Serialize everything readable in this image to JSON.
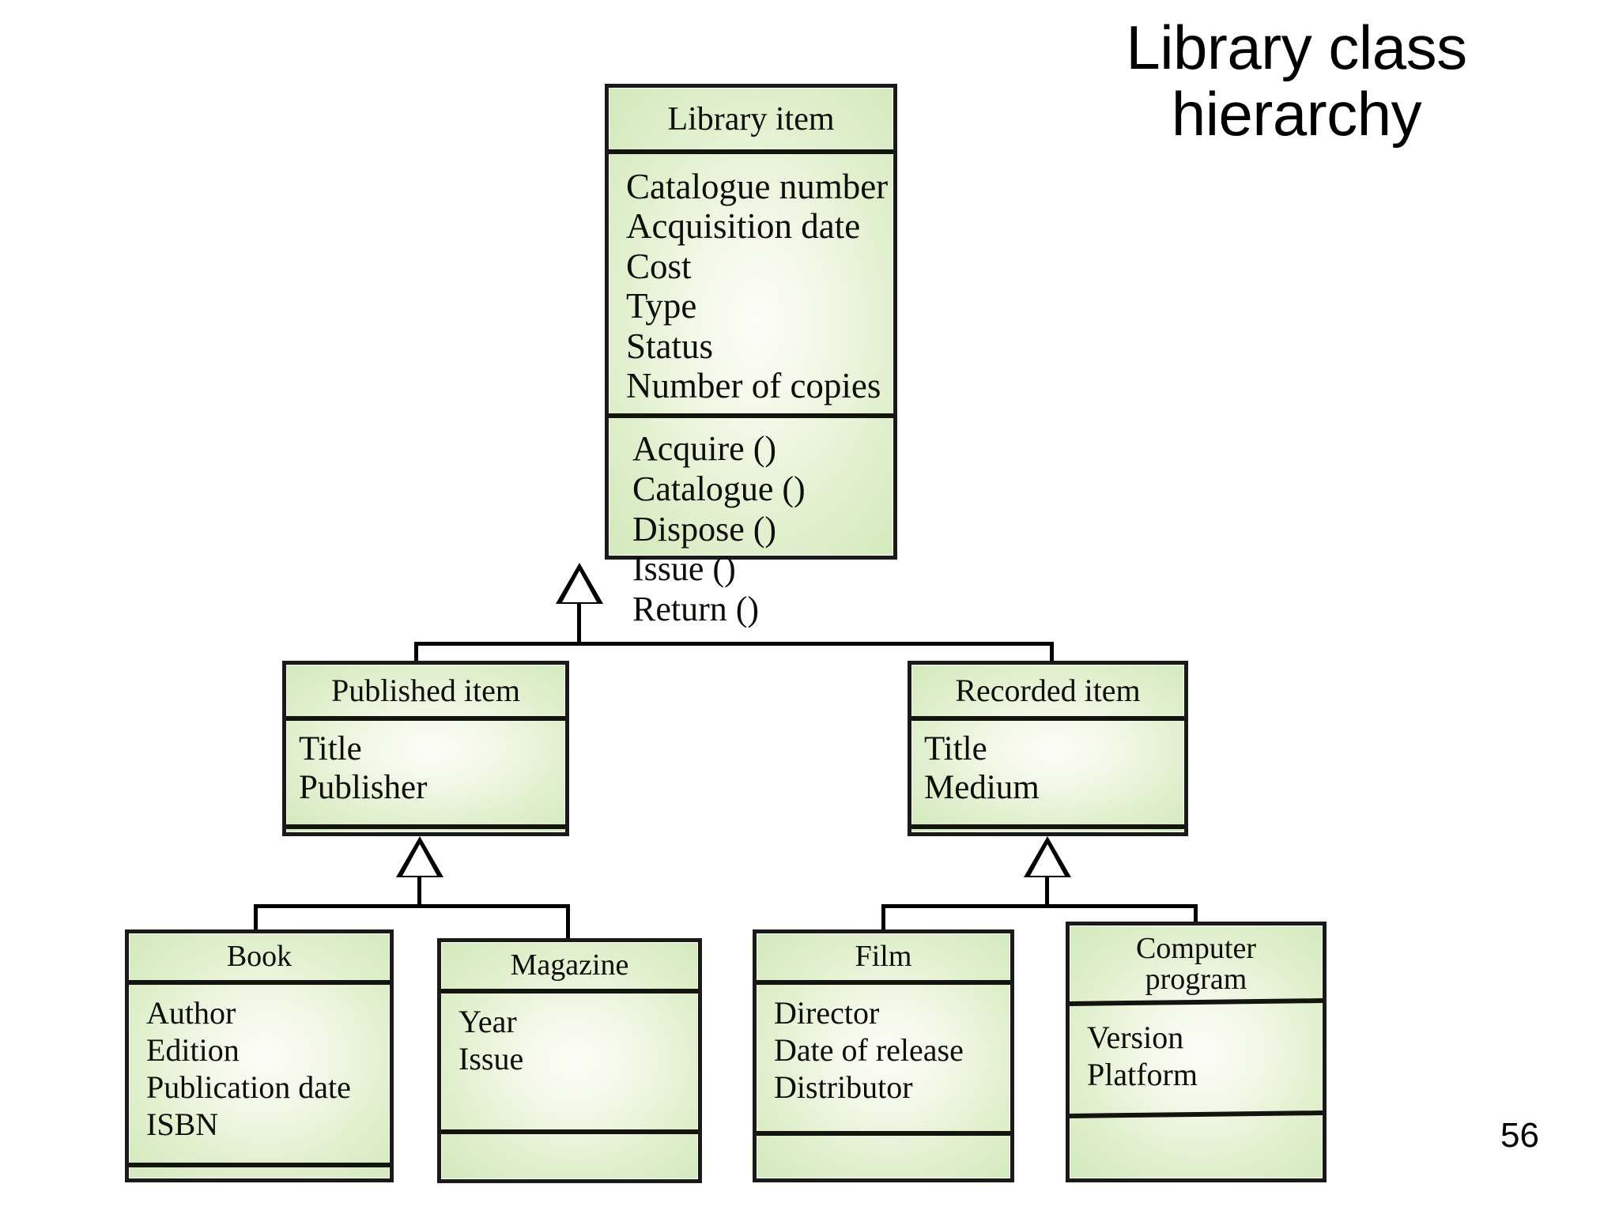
{
  "slide": {
    "title": "Library class\nhierarchy",
    "page_number": "56",
    "background_color": "#ffffff",
    "class_fill_color": "#d2e9bb",
    "class_border_color": "#1a1a18"
  },
  "diagram": {
    "type": "uml-class-diagram",
    "classes": {
      "library_item": {
        "name": "Library item",
        "attributes": [
          "Catalogue number",
          "Acquisition date",
          "Cost",
          "Type",
          "Status",
          "Number of copies"
        ],
        "operations": [
          "Acquire ()",
          "Catalogue ()",
          "Dispose ()",
          "Issue ()",
          "Return ()"
        ]
      },
      "published_item": {
        "name": "Published item",
        "attributes": [
          "Title",
          "Publisher"
        ],
        "operations": []
      },
      "recorded_item": {
        "name": "Recorded item",
        "attributes": [
          "Title",
          "Medium"
        ],
        "operations": []
      },
      "book": {
        "name": "Book",
        "attributes": [
          "Author",
          "Edition",
          "Publication date",
          "ISBN"
        ],
        "operations": []
      },
      "magazine": {
        "name": "Magazine",
        "attributes": [
          "Year",
          "Issue"
        ],
        "operations": []
      },
      "film": {
        "name": "Film",
        "attributes": [
          "Director",
          "Date of release",
          "Distributor"
        ],
        "operations": []
      },
      "computer_program": {
        "name": "Computer\nprogram",
        "attributes": [
          "Version",
          "Platform"
        ],
        "operations": []
      }
    },
    "generalizations": [
      {
        "parent": "Library item",
        "children": [
          "Published item",
          "Recorded item"
        ]
      },
      {
        "parent": "Published item",
        "children": [
          "Book",
          "Magazine"
        ]
      },
      {
        "parent": "Recorded item",
        "children": [
          "Film",
          "Computer program"
        ]
      }
    ]
  }
}
